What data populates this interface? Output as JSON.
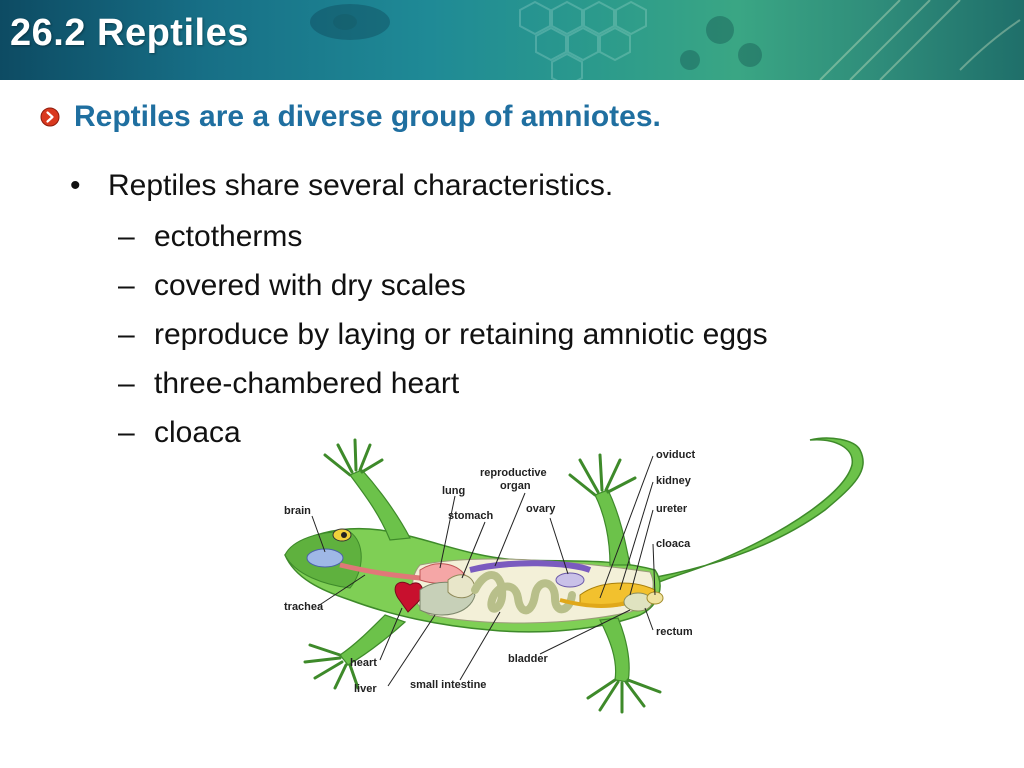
{
  "banner": {
    "title": "26.2 Reptiles"
  },
  "heading": "Reptiles are a diverse group of amniotes.",
  "bullet": "Reptiles share several characteristics.",
  "sub_items": [
    "ectotherms",
    "covered with dry scales",
    "reproduce by laying or retaining amniotic eggs",
    "three-chambered heart",
    "cloaca"
  ],
  "diagram_labels": {
    "brain": "brain",
    "lung": "lung",
    "reproductive_organ_1": "reproductive",
    "reproductive_organ_2": "organ",
    "stomach": "stomach",
    "ovary": "ovary",
    "oviduct": "oviduct",
    "kidney": "kidney",
    "ureter": "ureter",
    "cloaca": "cloaca",
    "trachea": "trachea",
    "heart": "heart",
    "liver": "liver",
    "small_intestine": "small intestine",
    "bladder": "bladder",
    "rectum": "rectum"
  },
  "colors": {
    "heading": "#1f6fa0",
    "lizard_body": "#6cc24a",
    "banner": "#176f86"
  },
  "icons": {
    "heading_bullet": "red-circle-arrow-icon"
  }
}
